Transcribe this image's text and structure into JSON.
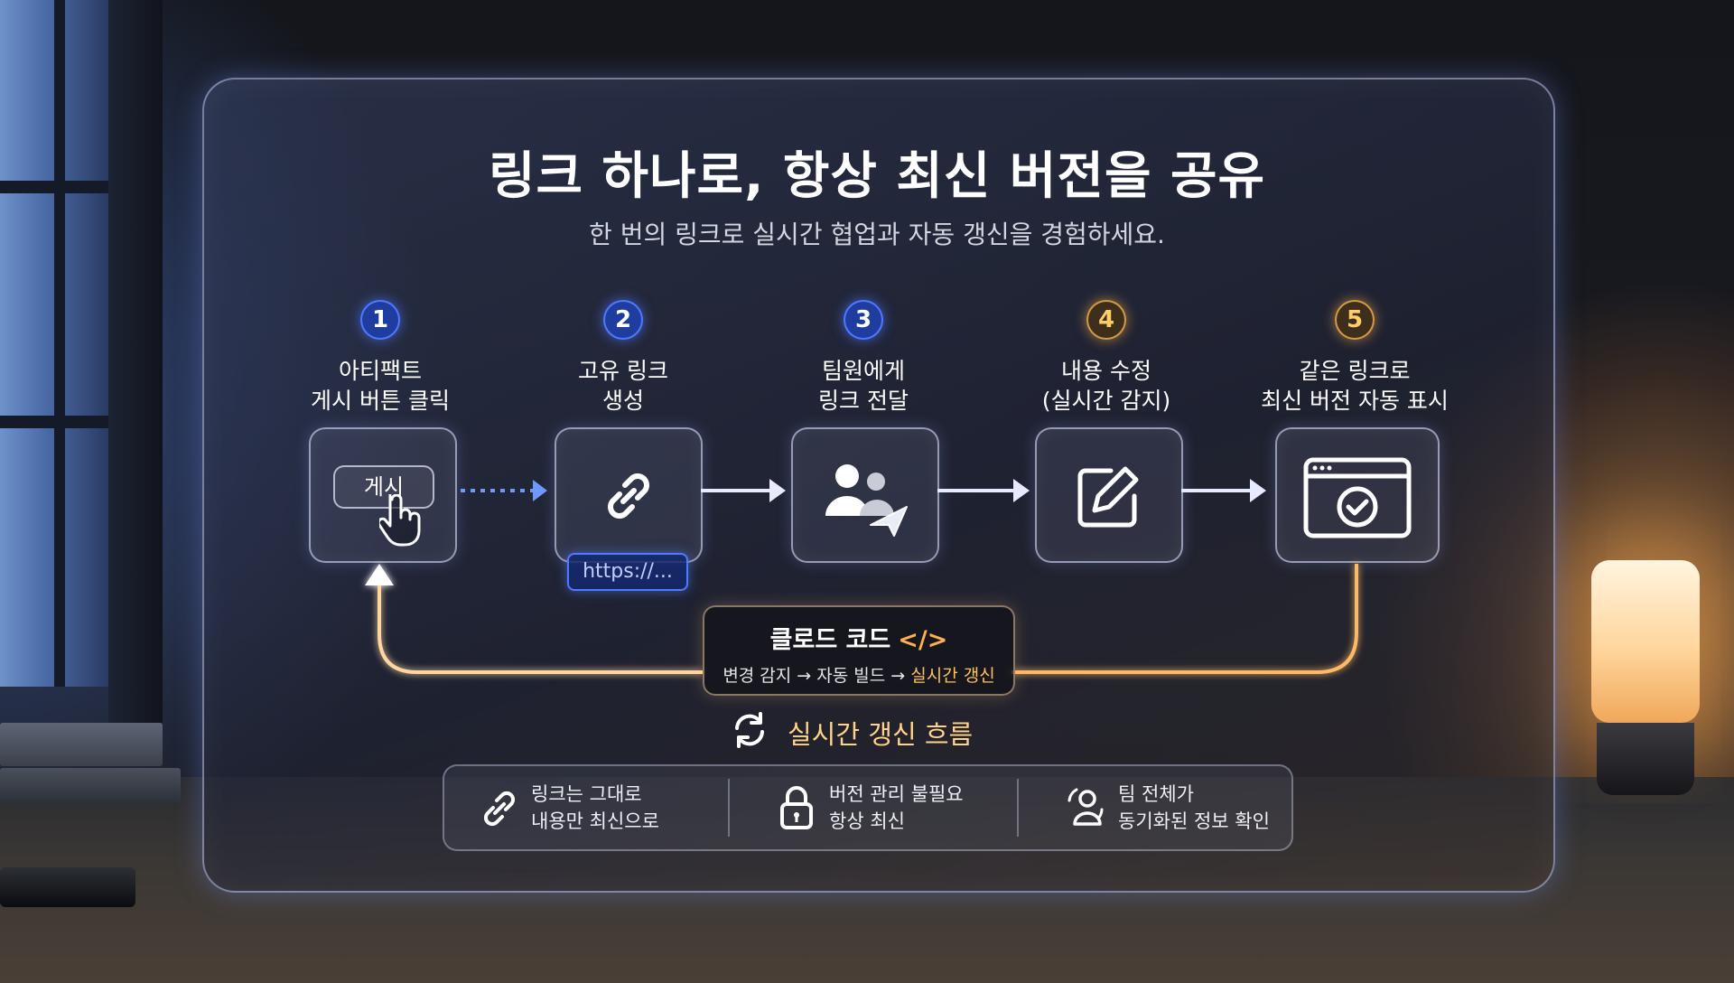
{
  "title": "링크 하나로, 항상 최신 버전을 공유",
  "subtitle": "한 번의 링크로 실시간 협업과 자동 갱신을 경험하세요.",
  "steps": [
    {
      "number": "1",
      "line1": "아티팩트",
      "line2": "게시 버튼 클릭",
      "icon": "pointer-hand-icon"
    },
    {
      "number": "2",
      "line1": "고유 링크",
      "line2": "생성",
      "icon": "link-icon"
    },
    {
      "number": "3",
      "line1": "팀원에게",
      "line2": "링크 전달",
      "icon": "team-send-icon"
    },
    {
      "number": "4",
      "line1": "내용 수정",
      "line2": "(실시간 감지)",
      "icon": "edit-icon"
    },
    {
      "number": "5",
      "line1": "같은 링크로",
      "line2": "최신 버전 자동 표시",
      "icon": "browser-check-icon"
    }
  ],
  "post_button_label": "게시",
  "url_chip": "https://...",
  "claude": {
    "title": "클로드 코드",
    "code_symbol": "</>",
    "flow_prefix": "변경 감지 → 자동 빌드 → ",
    "flow_highlight": "실시간 갱신"
  },
  "flow_label": "실시간 갱신 흐름",
  "features": [
    {
      "line1": "링크는 그대로",
      "line2": "내용만 최신으로",
      "icon": "link-icon"
    },
    {
      "line1": "버전 관리 불필요",
      "line2": "항상 최신",
      "icon": "lock-icon"
    },
    {
      "line1": "팀 전체가",
      "line2": "동기화된 정보 확인",
      "icon": "team-sync-icon"
    }
  ],
  "colors": {
    "accent_blue": "#4f7cff",
    "accent_gold": "#ffb04a"
  }
}
